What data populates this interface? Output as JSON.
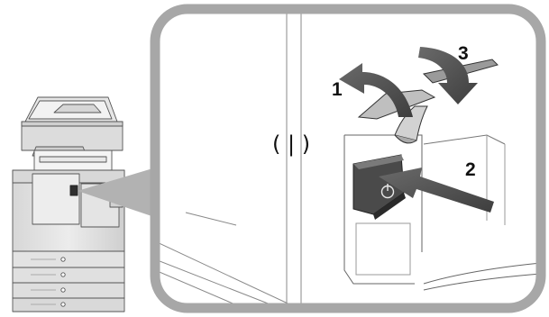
{
  "steps": [
    {
      "label": "1"
    },
    {
      "label": "2"
    },
    {
      "label": "3"
    }
  ],
  "switch_state_label": "( | )",
  "colors": {
    "callout_border": "#a7a7a7",
    "arrow": "#4d4d4d",
    "machine_body": "#e2e2e2",
    "switch_body": "#4a4a4a"
  }
}
